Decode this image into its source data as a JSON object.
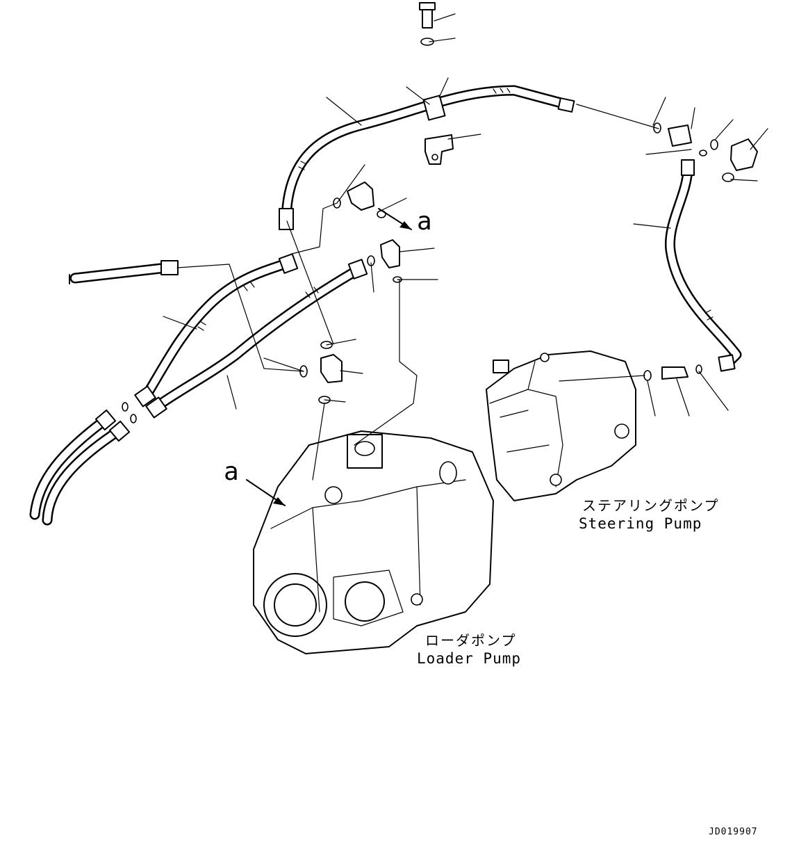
{
  "labels": {
    "loader_pump_jp": "ローダポンプ",
    "loader_pump_en": "Loader Pump",
    "steering_pump_jp": "ステアリングポンプ",
    "steering_pump_en": "Steering Pump",
    "ref_a_top": "a",
    "ref_a_left": "a",
    "drawing_code": "JD019907"
  }
}
